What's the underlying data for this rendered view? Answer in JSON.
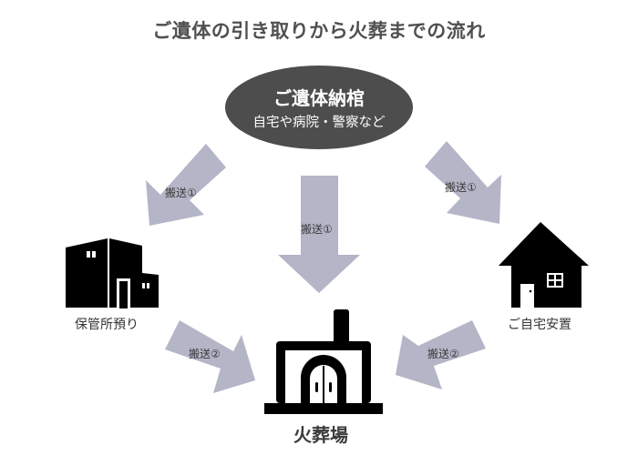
{
  "title": "ご遺体の引き取りから火葬までの流れ",
  "colors": {
    "title": "#505050",
    "ellipse": "#4d4d4d",
    "arrow": "#b5b5c8",
    "icon": "#000000"
  },
  "start": {
    "main": "ご遺体納棺",
    "sub": "自宅や病院・警察など"
  },
  "arrows": {
    "to_storage": "搬送①",
    "to_crematorium": "搬送①",
    "to_home": "搬送①",
    "storage_to_crematorium": "搬送②",
    "home_to_crematorium": "搬送②"
  },
  "nodes": {
    "storage": {
      "label": "保管所預り",
      "icon": "building-icon"
    },
    "home": {
      "label": "ご自宅安置",
      "icon": "house-icon"
    },
    "crematorium": {
      "label": "火葬場",
      "icon": "crematorium-icon"
    }
  }
}
